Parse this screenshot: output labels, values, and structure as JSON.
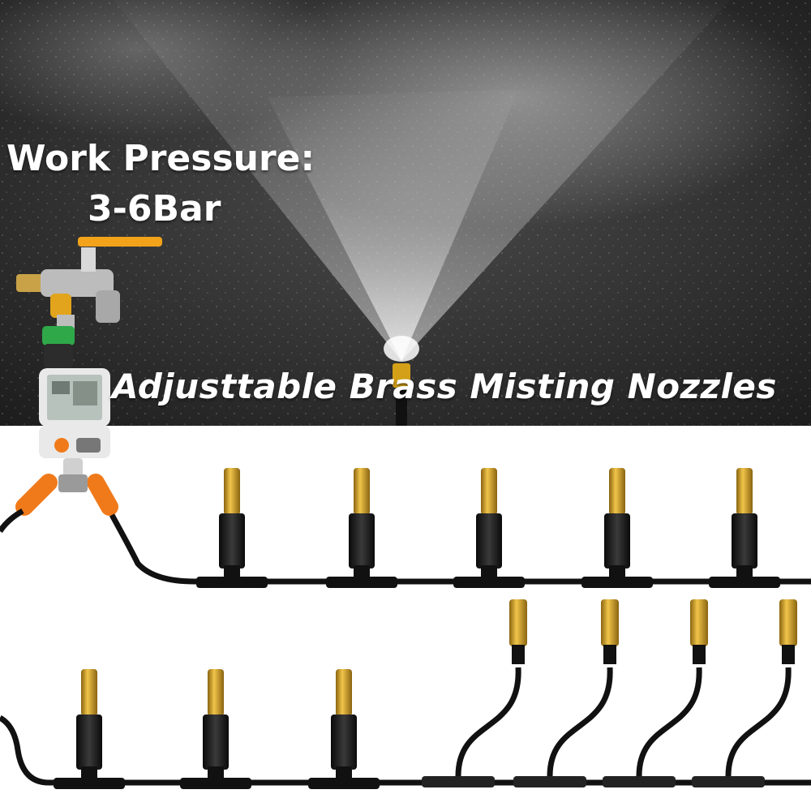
{
  "headline": {
    "pressure_label": "Work Pressure:",
    "pressure_value": "3-6Bar",
    "product_title": "Adjusttable Brass Misting Nozzles"
  },
  "colors": {
    "background_dark": "#3b3b3b",
    "brass": "#d4a017",
    "tube_black": "#1a1a1a",
    "connector_orange": "#f07a1a",
    "text": "#ffffff"
  },
  "icons": [
    "faucet-icon",
    "water-timer-icon",
    "y-splitter-icon",
    "brass-nozzle-icon",
    "tee-connector-icon"
  ]
}
